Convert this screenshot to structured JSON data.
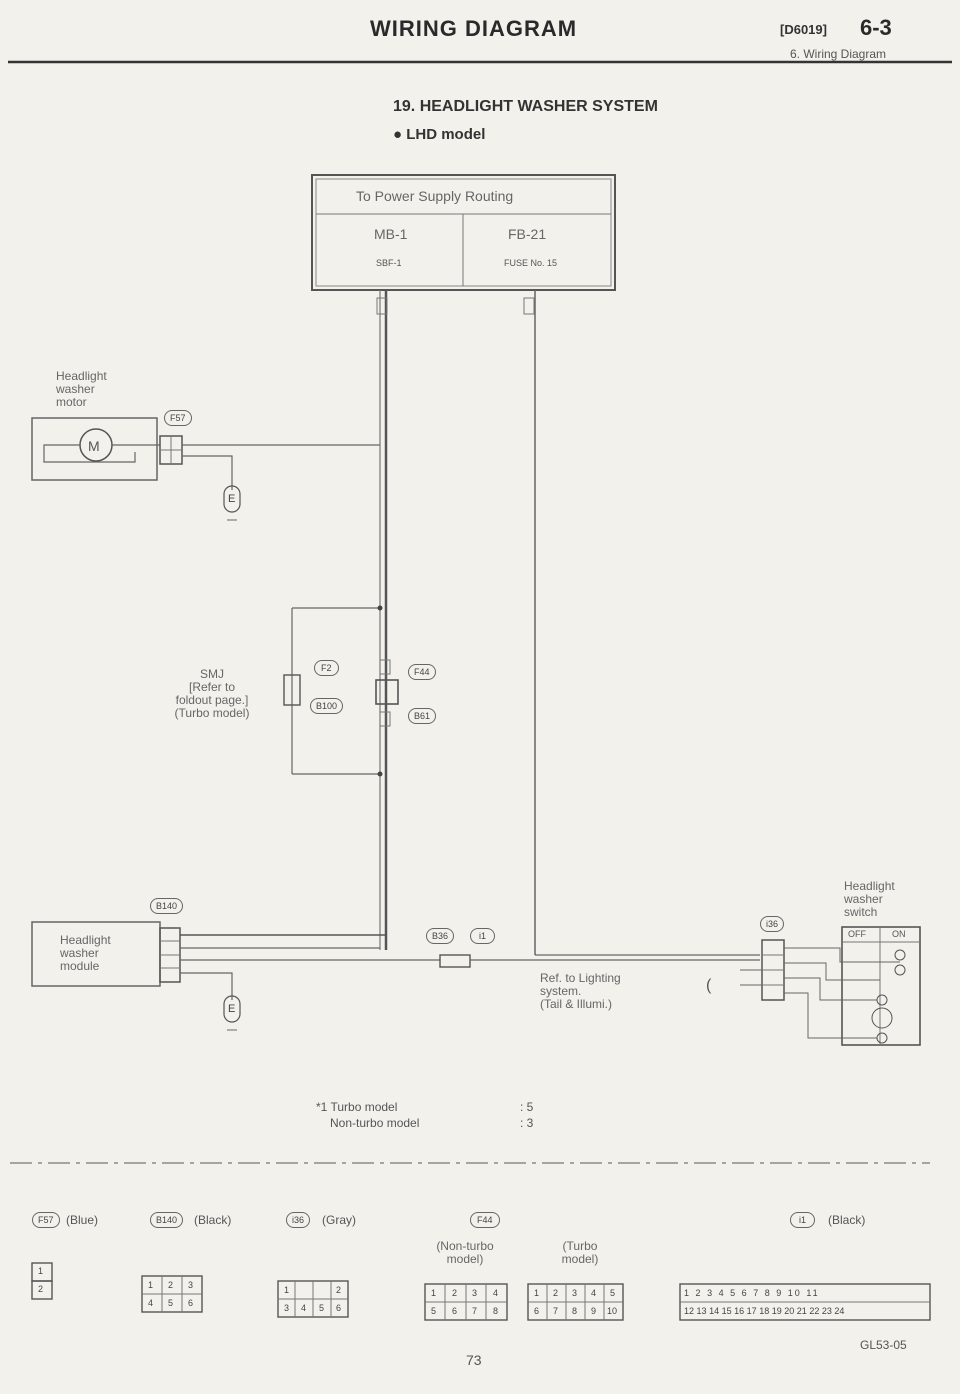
{
  "header": {
    "title": "WIRING DIAGRAM",
    "code": "[D6019]",
    "section": "6-3",
    "subtitle": "6. Wiring Diagram"
  },
  "system": {
    "title": "19. HEADLIGHT WASHER SYSTEM",
    "model": "● LHD model"
  },
  "power_box": {
    "title": "To Power Supply Routing",
    "col1_main": "MB-1",
    "col1_sub": "SBF-1",
    "col2_main": "FB-21",
    "col2_sub": "FUSE No. 15"
  },
  "components": {
    "motor_label": [
      "Headlight",
      "washer",
      "motor"
    ],
    "smj_label": [
      "SMJ",
      "[Refer to",
      "foldout page.]",
      "(Turbo model)"
    ],
    "module_label": [
      "Headlight",
      "washer",
      "module"
    ],
    "switch_label": [
      "Headlight",
      "washer",
      "switch"
    ],
    "switch_off": "OFF",
    "switch_on": "ON",
    "ref_lighting": [
      "Ref. to Lighting",
      "system.",
      "(Tail & Illumi.)"
    ],
    "ground": "E"
  },
  "connectors": {
    "f57": "F57",
    "f2": "F2",
    "b100": "B100",
    "f44": "F44",
    "b61": "B61",
    "b140": "B140",
    "b36": "B36",
    "i1": "i1",
    "i36": "i36"
  },
  "note": {
    "line1_label": "*1 Turbo model",
    "line1_value": ": 5",
    "line2_label": "Non-turbo model",
    "line2_value": ": 3"
  },
  "legend": {
    "f57_color": "(Blue)",
    "b140_color": "(Black)",
    "i36_color": "(Gray)",
    "i1_color": "(Black)",
    "f44_nonturbo": [
      "(Non-turbo",
      "model)"
    ],
    "f44_turbo": [
      "(Turbo",
      "model)"
    ],
    "f57_pins": [
      "1",
      "2"
    ],
    "b140_pins": [
      "1",
      "2",
      "3",
      "4",
      "5",
      "6"
    ],
    "i36_pins": [
      "1",
      "2",
      "3",
      "4",
      "5",
      "6"
    ],
    "f44_nt_pins": [
      "1",
      "2",
      "3",
      "4",
      "5",
      "6",
      "7",
      "8"
    ],
    "f44_t_pins": [
      "1",
      "2",
      "3",
      "4",
      "5",
      "6",
      "7",
      "8",
      "9",
      "10"
    ],
    "i1_pins_top": [
      "1",
      "2",
      "3",
      "4",
      "5",
      "6",
      "7",
      "8",
      "9",
      "10",
      "11"
    ],
    "i1_pins_bottom": [
      "12",
      "13",
      "14",
      "15",
      "16",
      "17",
      "18",
      "19",
      "20",
      "21",
      "22",
      "23",
      "24"
    ]
  },
  "footer": {
    "code": "GL53-05",
    "page": "73"
  }
}
